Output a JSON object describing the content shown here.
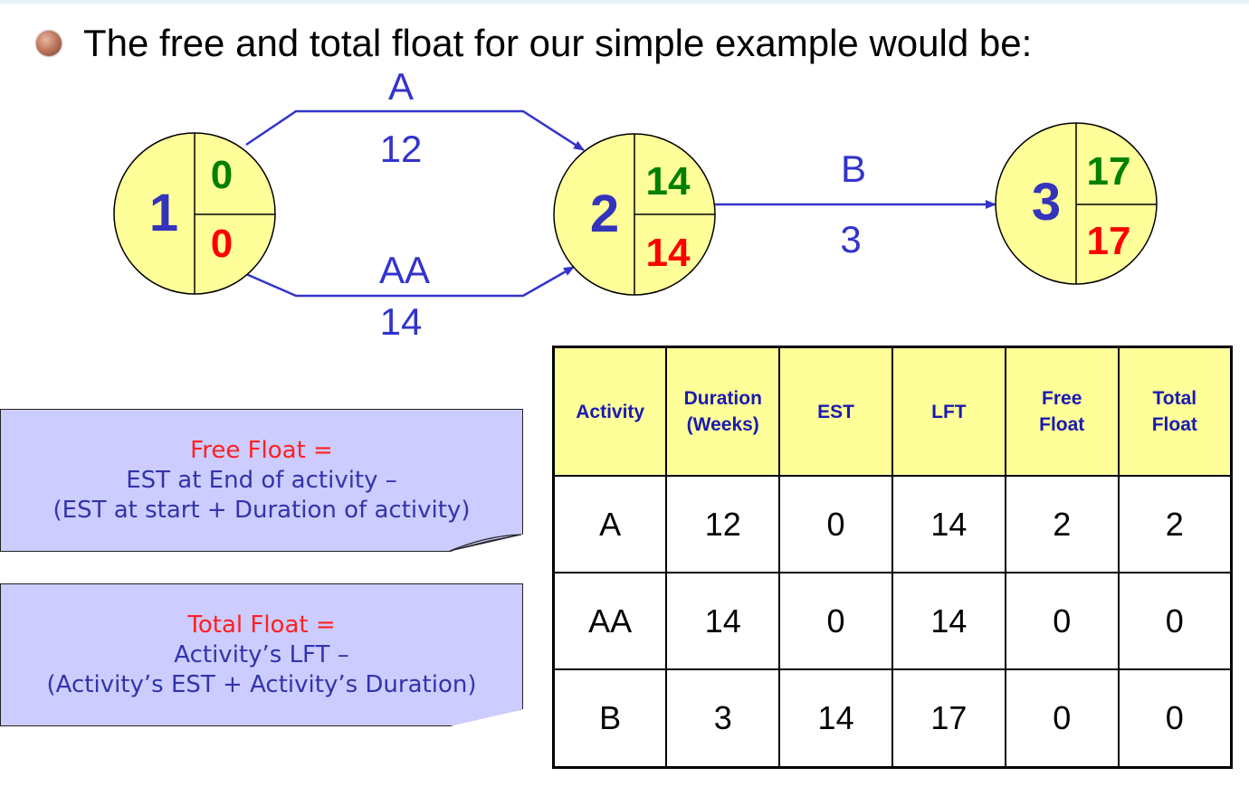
{
  "slide": {
    "title": "The free and total float for our simple example would be:"
  },
  "network": {
    "nodes": [
      {
        "label": "1",
        "est": "0",
        "lft": "0"
      },
      {
        "label": "2",
        "est": "14",
        "lft": "14"
      },
      {
        "label": "3",
        "est": "17",
        "lft": "17"
      }
    ],
    "activities": [
      {
        "name": "A",
        "duration": "12"
      },
      {
        "name": "AA",
        "duration": "14"
      },
      {
        "name": "B",
        "duration": "3"
      }
    ],
    "colors": {
      "node_fill": "#ffff99",
      "est": "#008000",
      "lft": "#ff0000",
      "node_label": "#3333bb",
      "arrow": "#3333cc"
    }
  },
  "notes": {
    "free_float": {
      "heading": "Free Float =",
      "line1": "EST at End of activity –",
      "line2": "(EST at start + Duration of activity)"
    },
    "total_float": {
      "heading": "Total Float =",
      "line1": "Activity’s LFT –",
      "line2": "(Activity’s EST + Activity’s Duration)"
    }
  },
  "table": {
    "headers": [
      {
        "line1": "Activity",
        "line2": ""
      },
      {
        "line1": "Duration",
        "line2": "(Weeks)"
      },
      {
        "line1": "EST",
        "line2": ""
      },
      {
        "line1": "LFT",
        "line2": ""
      },
      {
        "line1": "Free",
        "line2": "Float"
      },
      {
        "line1": "Total",
        "line2": "Float"
      }
    ],
    "rows": [
      [
        "A",
        "12",
        "0",
        "14",
        "2",
        "2"
      ],
      [
        "AA",
        "14",
        "0",
        "14",
        "0",
        "0"
      ],
      [
        "B",
        "3",
        "14",
        "17",
        "0",
        "0"
      ]
    ]
  }
}
